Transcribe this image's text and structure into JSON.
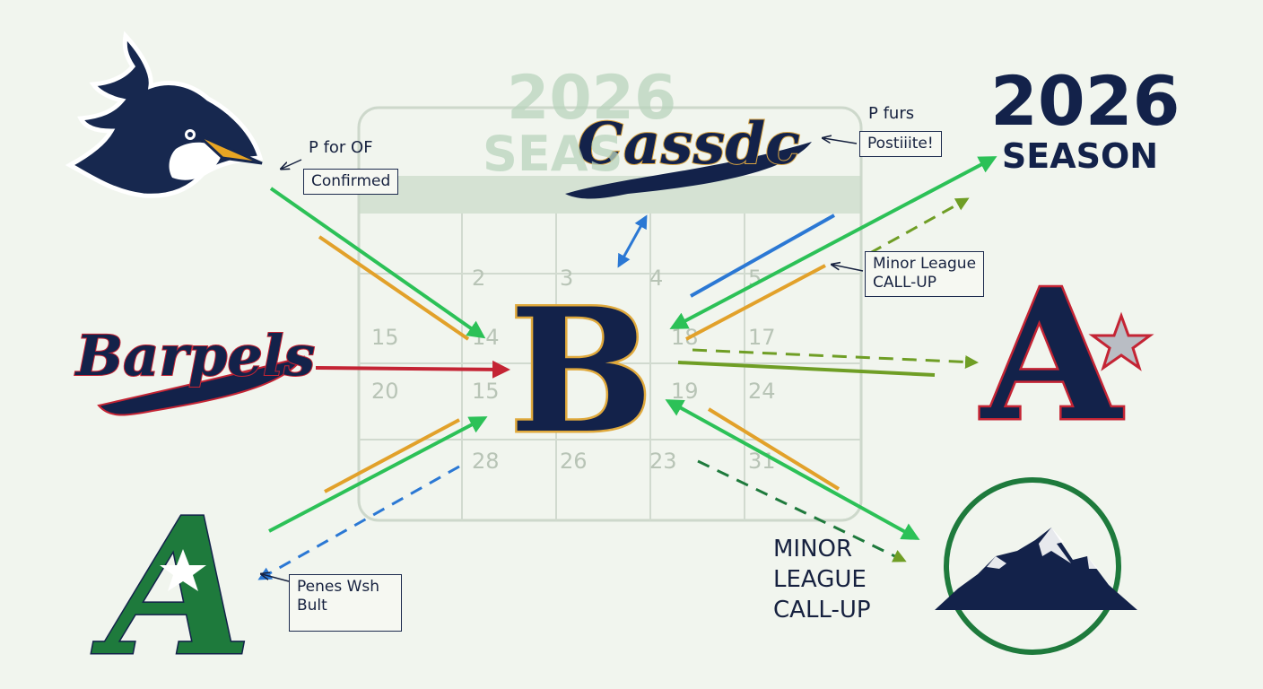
{
  "background_title": {
    "year": "2026",
    "word": "SEAS"
  },
  "season_title": {
    "year": "2026",
    "word": "SEASON"
  },
  "calendar": {
    "rows": [
      [
        "2",
        "3",
        "4",
        "5"
      ],
      [
        "15",
        "14",
        "18",
        "17"
      ],
      [
        "20",
        "15",
        "19",
        "24"
      ],
      [
        "28",
        "26",
        "23",
        "31"
      ]
    ]
  },
  "teams": {
    "center": {
      "letter": "B"
    },
    "top_wordmark": {
      "name": "Cassdc"
    },
    "left_wordmark": {
      "name": "Barpels"
    },
    "right_a": {
      "letter": "A"
    },
    "bottom_left": {
      "letter": "A"
    }
  },
  "notes": {
    "p_for_of_line1": "P for OF",
    "p_for_of_line2": "Confirmed",
    "p_furs_line1": "P furs",
    "p_furs_line2": "Postiiite!",
    "minor_league_box_line1": "Minor League",
    "minor_league_box_line2": "CALL-UP",
    "penes_line1": "Penes Wsh",
    "penes_line2": "Bult",
    "minor_league_big_line1": "MINOR",
    "minor_league_big_line2": "LEAGUE",
    "minor_league_big_line3": "CALL-UP"
  },
  "colors": {
    "navy": "#13224a",
    "green": "#2cc157",
    "orange": "#e2a12a",
    "blue": "#2b78d4",
    "olive": "#6f9e25",
    "red": "#c42434",
    "forest": "#1e7a3c",
    "gold": "#d9a441"
  },
  "icons": [
    "bluejay-logo-icon",
    "b-logo-icon",
    "a-star-logo-icon",
    "mountain-logo-icon",
    "green-a-logo-icon"
  ]
}
